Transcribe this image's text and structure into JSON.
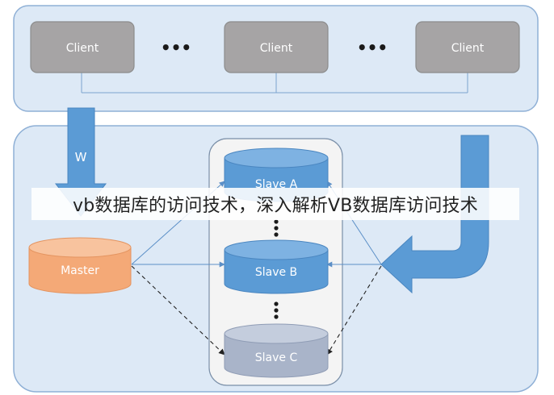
{
  "diagram": {
    "clients": [
      {
        "label": "Client"
      },
      {
        "label": "Client"
      },
      {
        "label": "Client"
      }
    ],
    "ellipsis": "•••",
    "write_label": "W",
    "master": {
      "label": "Master"
    },
    "slaves": [
      {
        "label": "Slave A"
      },
      {
        "label": "Slave B"
      },
      {
        "label": "Slave C"
      }
    ],
    "colors": {
      "panel_fill": "#dde9f6",
      "panel_stroke": "#8fb0d6",
      "client_fill": "#a6a4a5",
      "client_stroke": "#8c8c8c",
      "master_fill": "#f4a977",
      "slave_fill": "#5b9bd5",
      "slave_c_fill": "#a9b4c9",
      "arrow_fill": "#5b9bd5",
      "line": "#7aa3cf"
    }
  },
  "overlay": {
    "title": "vb数据库的访问技术，深入解析VB数据库访问技术"
  }
}
